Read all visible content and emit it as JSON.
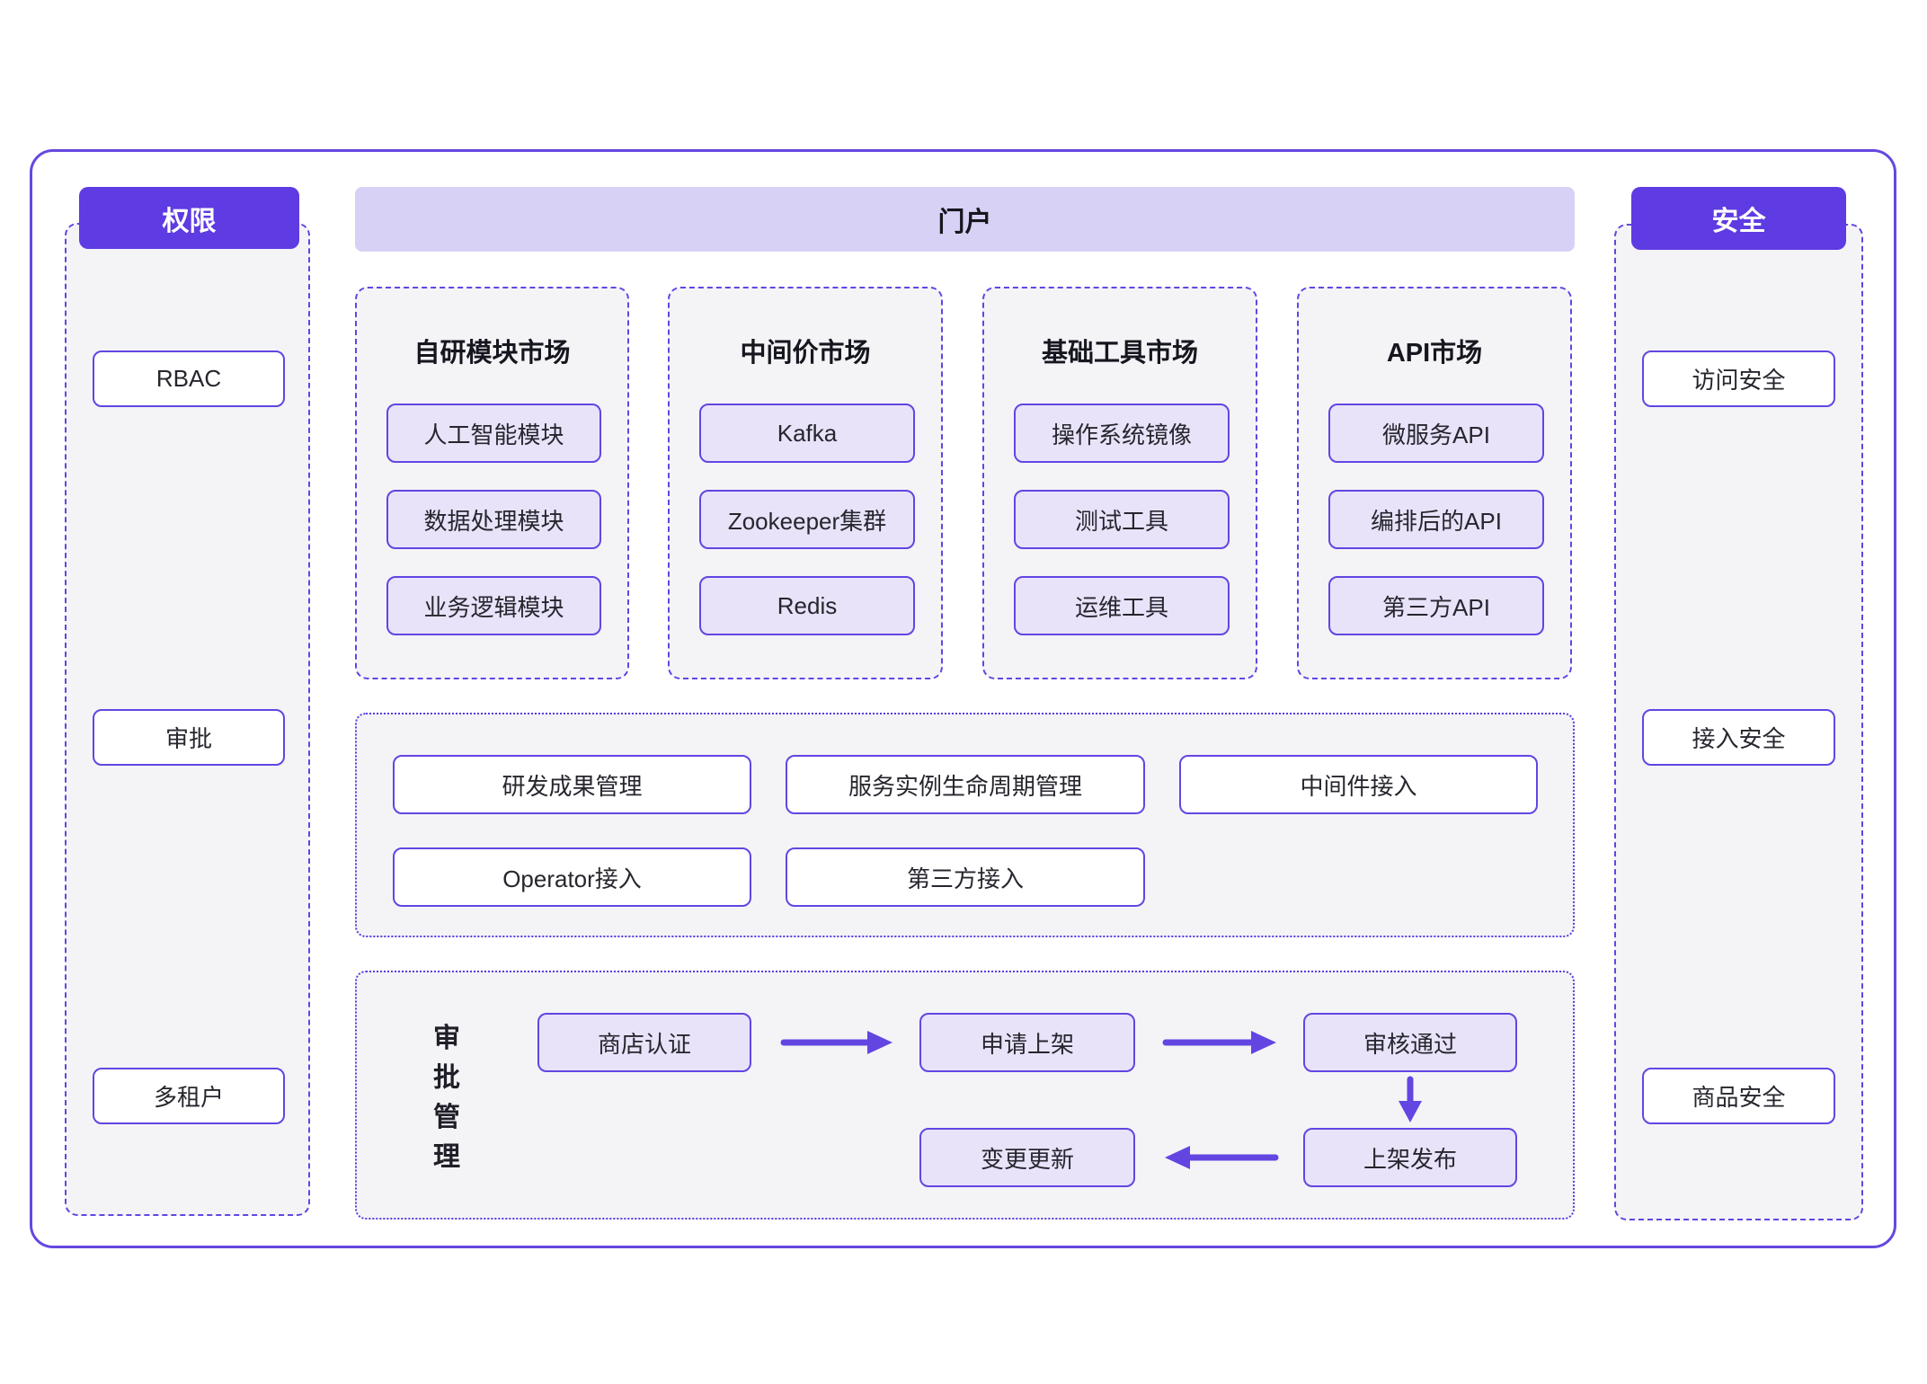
{
  "colors": {
    "accent": "#5e3be2",
    "accent_border": "#6345e2",
    "portal_bar_bg": "#d8d1f6",
    "chip_bg": "#e9e3fa",
    "panel_bg": "#f4f4f7"
  },
  "left_panel": {
    "title": "权限",
    "items": [
      "RBAC",
      "审批",
      "多租户"
    ]
  },
  "right_panel": {
    "title": "安全",
    "items": [
      "访问安全",
      "接入安全",
      "商品安全"
    ]
  },
  "portal": {
    "title": "门户"
  },
  "markets": [
    {
      "title": "自研模块市场",
      "items": [
        "人工智能模块",
        "数据处理模块",
        "业务逻辑模块"
      ]
    },
    {
      "title": "中间价市场",
      "items": [
        "Kafka",
        "Zookeeper集群",
        "Redis"
      ]
    },
    {
      "title": "基础工具市场",
      "items": [
        "操作系统镜像",
        "测试工具",
        "运维工具"
      ]
    },
    {
      "title": "API市场",
      "items": [
        "微服务API",
        "编排后的API",
        "第三方API"
      ]
    }
  ],
  "management": {
    "items": [
      "研发成果管理",
      "服务实例生命周期管理",
      "中间件接入",
      "Operator接入",
      "第三方接入"
    ]
  },
  "approval": {
    "label_chars": [
      "审",
      "批",
      "管",
      "理"
    ],
    "steps": {
      "store_cert": "商店认证",
      "apply": "申请上架",
      "review_pass": "审核通过",
      "publish": "上架发布",
      "change_update": "变更更新"
    }
  }
}
